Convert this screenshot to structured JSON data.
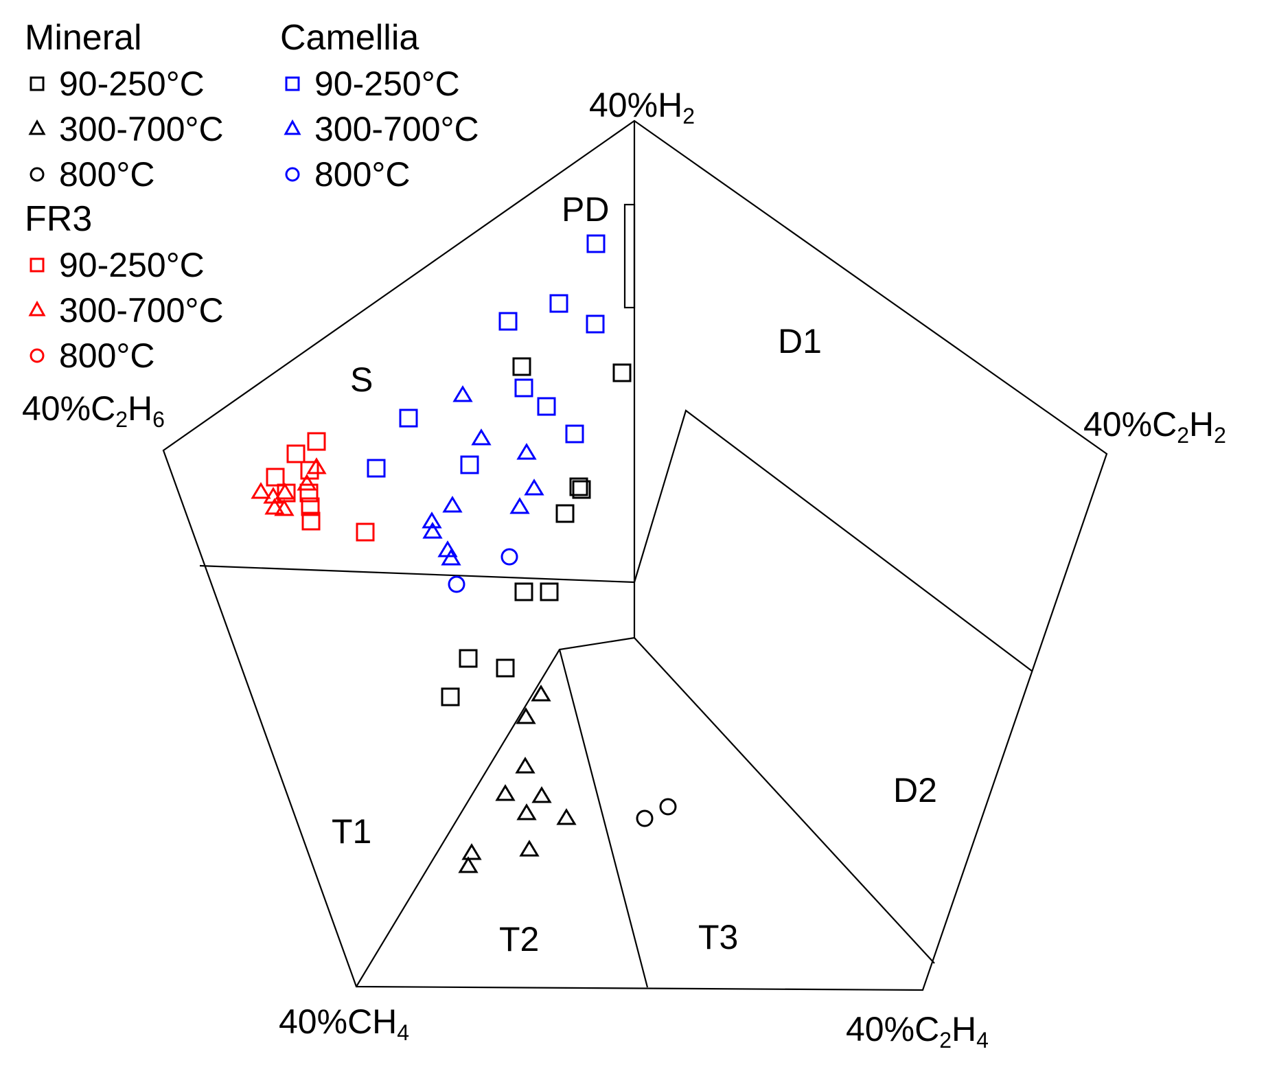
{
  "colors": {
    "mineral": "#000000",
    "fr3": "#ff0000",
    "camellia": "#0000ff"
  },
  "legend": [
    {
      "name": "Mineral",
      "color_key": "mineral",
      "items": [
        {
          "shape": "square",
          "label": "90-250°C"
        },
        {
          "shape": "triangle",
          "label": "300-700°C"
        },
        {
          "shape": "circle",
          "label": "800°C"
        }
      ]
    },
    {
      "name": "FR3",
      "color_key": "fr3",
      "items": [
        {
          "shape": "square",
          "label": "90-250°C"
        },
        {
          "shape": "triangle",
          "label": "300-700°C"
        },
        {
          "shape": "circle",
          "label": "800°C"
        }
      ]
    },
    {
      "name": "Camellia",
      "color_key": "camellia",
      "items": [
        {
          "shape": "square",
          "label": "90-250°C"
        },
        {
          "shape": "triangle",
          "label": "300-700°C"
        },
        {
          "shape": "circle",
          "label": "800°C"
        }
      ]
    }
  ],
  "vertices": {
    "h2": {
      "pre": "40%H",
      "sub": "2",
      "post": ""
    },
    "c2h6": {
      "pre": "40%C",
      "sub": "2",
      "mid": "H",
      "sub2": "6"
    },
    "c2h2": {
      "pre": "40%C",
      "sub": "2",
      "mid": "H",
      "sub2": "2"
    },
    "ch4": {
      "pre": "40%CH",
      "sub": "4",
      "post": ""
    },
    "c2h4": {
      "pre": "40%C",
      "sub": "2",
      "mid": "H",
      "sub2": "4"
    }
  },
  "zones": {
    "pd": "PD",
    "s": "S",
    "d1": "D1",
    "d2": "D2",
    "t1": "T1",
    "t2": "T2",
    "t3": "T3"
  }
}
